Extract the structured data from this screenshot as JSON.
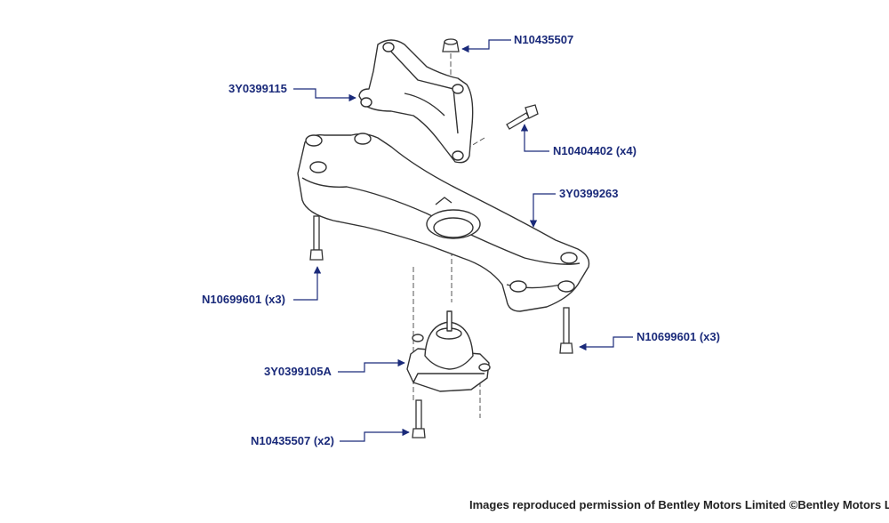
{
  "callouts": {
    "top_nut": "N10435507",
    "bracket": "3Y0399115",
    "bracket_bolt": "N10404402 (x4)",
    "crossmember": "3Y0399263",
    "left_bolt": "N10699601 (x3)",
    "right_bolt": "N10699601 (x3)",
    "mount": "3Y0399105A",
    "bottom_bolt": "N10435507 (x2)"
  },
  "credit": "Images reproduced permission of Bentley Motors Limited ©Bentley Motors Limited",
  "colors": {
    "callout": "#1a2a7a",
    "line_art": "#333333"
  }
}
